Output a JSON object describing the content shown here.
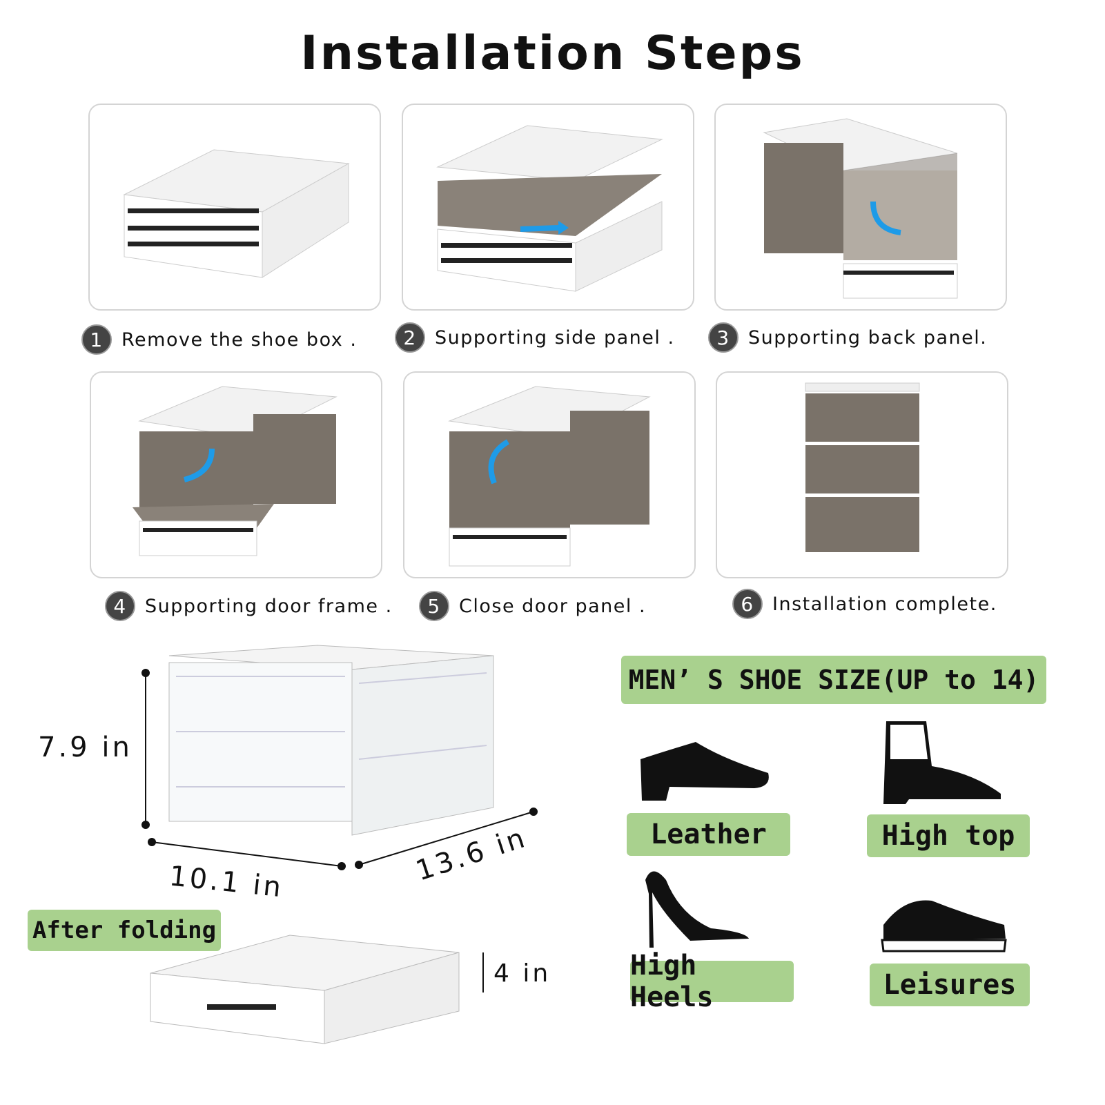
{
  "title": "Installation Steps",
  "steps": [
    {
      "number": "1",
      "label": "Remove the shoe box ."
    },
    {
      "number": "2",
      "label": "Supporting side panel ."
    },
    {
      "number": "3",
      "label": "Supporting back panel."
    },
    {
      "number": "4",
      "label": "Supporting door frame ."
    },
    {
      "number": "5",
      "label": "Close door panel ."
    },
    {
      "number": "6",
      "label": "Installation complete."
    }
  ],
  "dimensions": {
    "height": "7.9 in",
    "width": "10.1 in",
    "depth": "13.6 in",
    "folded_height": "4 in",
    "folded_label": "After folding"
  },
  "shoe_size": {
    "banner": "MEN’ S SHOE SIZE(UP to 14)",
    "types": [
      {
        "label": "Leather",
        "icon": "leather-shoe-icon"
      },
      {
        "label": "High top",
        "icon": "high-top-boot-icon"
      },
      {
        "label": "High Heels",
        "icon": "high-heel-icon"
      },
      {
        "label": "Leisures",
        "icon": "sneaker-icon"
      }
    ]
  },
  "colors": {
    "label_green": "#a9d18e",
    "arrow_blue": "#1e9be8",
    "panel_smoke": "#6b645c"
  }
}
